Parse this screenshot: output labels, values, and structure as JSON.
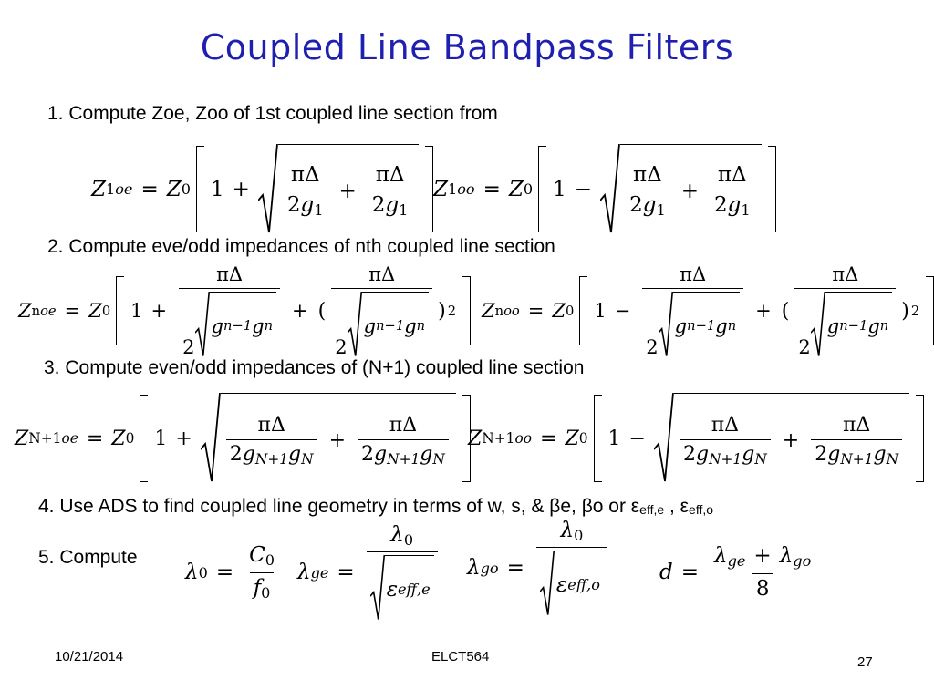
{
  "slide": {
    "title": "Coupled Line Bandpass Filters",
    "steps": {
      "s1": "1. Compute Zoe, Zoo of 1st coupled line section from",
      "s2": "2. Compute eve/odd impedances of nth coupled line section",
      "s3": "3. Compute even/odd impedances of (N+1) coupled line section",
      "s4_main": "4. Use ADS to find coupled line geometry in terms of w, s, & βe, βo or ε",
      "s4_sub1": "eff,e",
      "s4_sep": " , ε",
      "s4_sub2": "eff,o",
      "s5": "5. Compute"
    },
    "math": {
      "Z": "Z",
      "sup1": "1",
      "supn": "n",
      "supN1": "N+1",
      "oe": "oe",
      "oo": "oo",
      "eq": "=",
      "zero": "0",
      "one": "1",
      "plus": "+",
      "minus": "−",
      "pi_delta": "πΔ",
      "two": "2",
      "g": "g",
      "sub_1": "1",
      "sub_n1": "n−1",
      "sub_n": "n",
      "sub_N1": "N+1",
      "sub_N": "N",
      "lparen": "(",
      "rparen": ")",
      "sq": "2",
      "lambda": "λ",
      "C": "C",
      "f": "f",
      "ge": "ge",
      "go": "go",
      "epsilon": "ε",
      "eff_e": "eff,e",
      "eff_o": "eff,o",
      "d": "d",
      "eight": "8"
    },
    "footer": {
      "date": "10/21/2014",
      "course": "ELCT564",
      "page": "27"
    }
  }
}
